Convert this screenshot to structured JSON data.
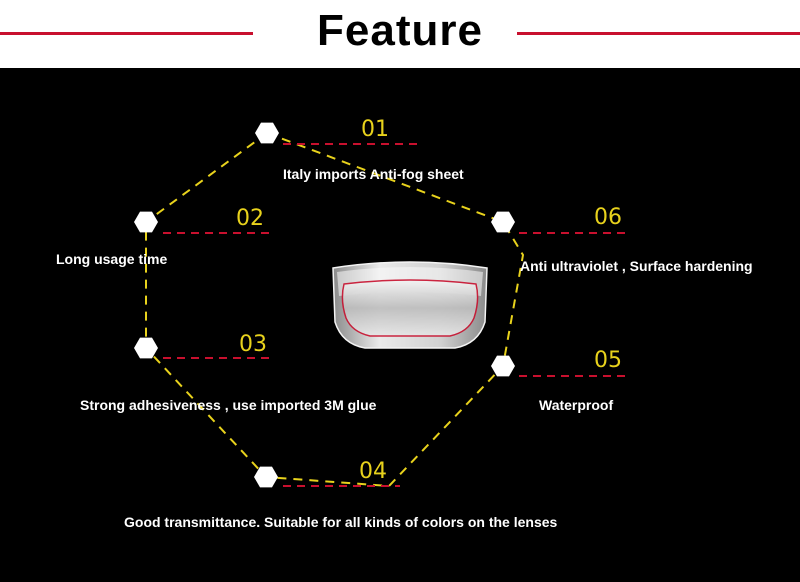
{
  "title": "Feature",
  "colors": {
    "accent_red": "#c8102e",
    "dash_yellow": "#e8d21c",
    "node_white": "#ffffff",
    "background": "#000000"
  },
  "features": [
    {
      "number": "01",
      "label": "Italy imports Anti-fog sheet"
    },
    {
      "number": "02",
      "label": "Long usage time"
    },
    {
      "number": "03",
      "label": "Strong adhesiveness , use imported 3M glue"
    },
    {
      "number": "04",
      "label": "Good transmittance. Suitable for all kinds of colors on the lenses"
    },
    {
      "number": "05",
      "label": "Waterproof"
    },
    {
      "number": "06",
      "label": "Anti ultraviolet , Surface hardening"
    }
  ]
}
